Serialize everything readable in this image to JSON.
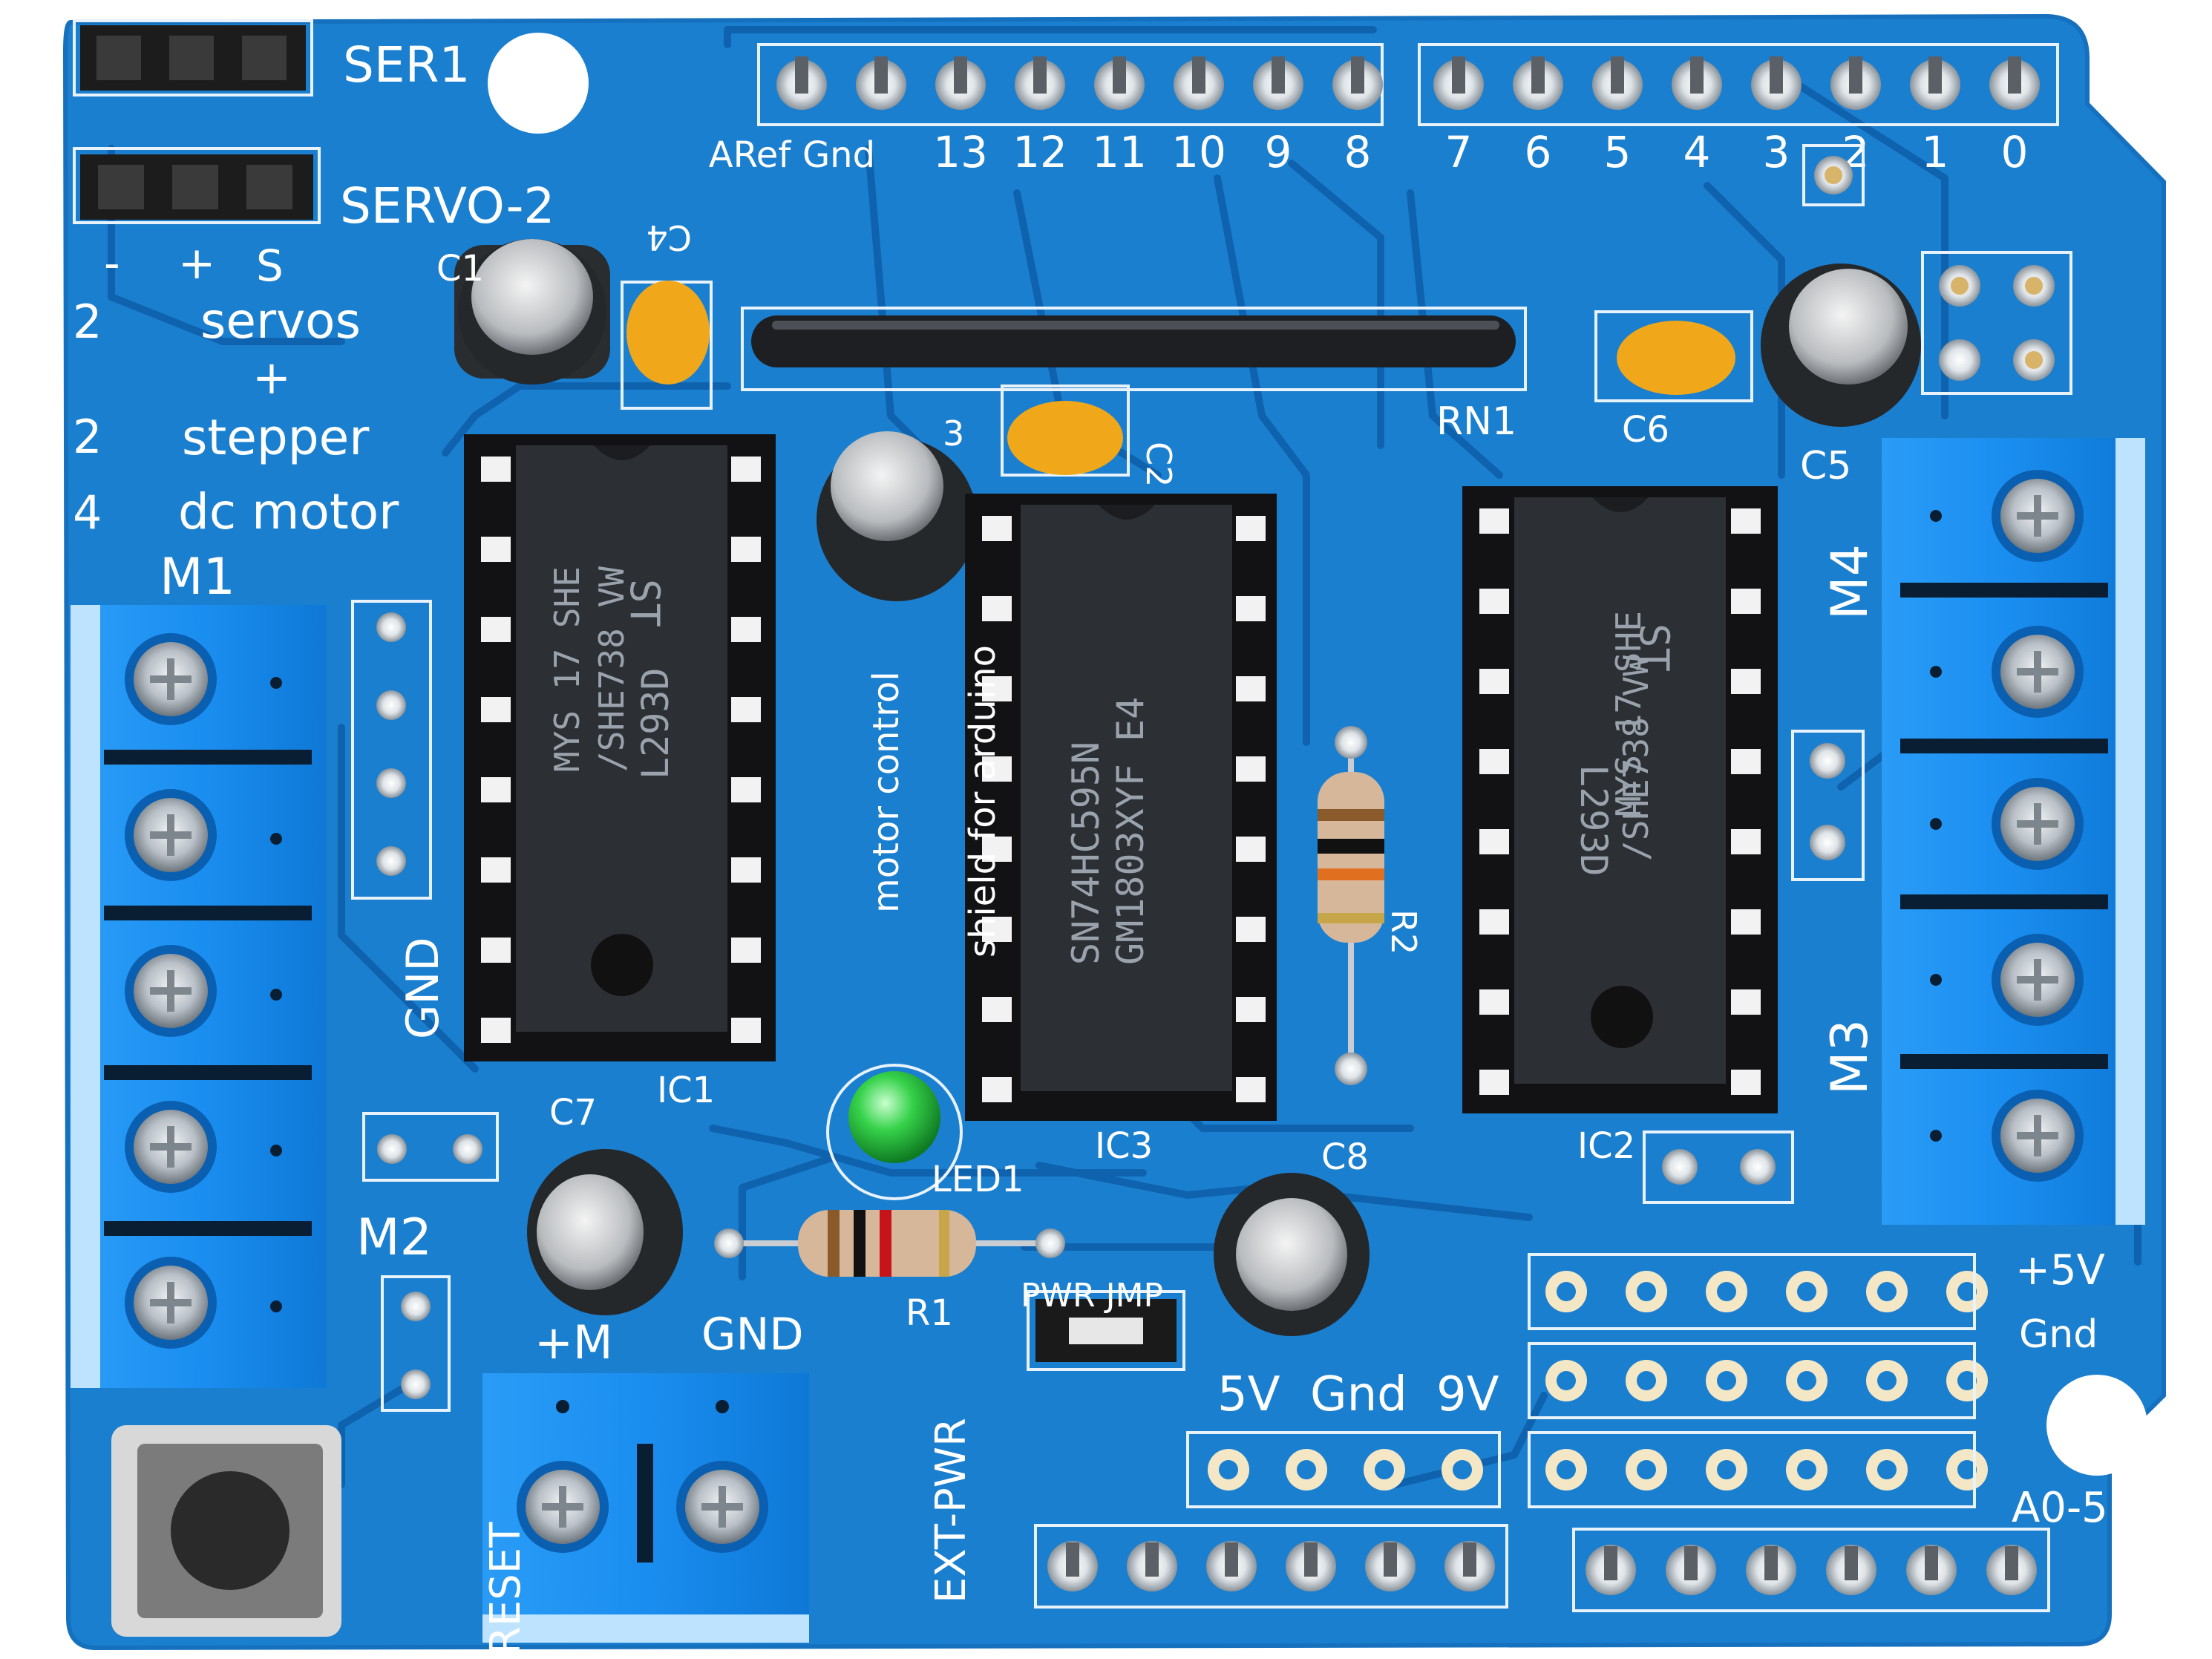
{
  "board": {
    "pcb_color": "#1b7fd0",
    "trace_color": "#0f62ad",
    "terminal_color": "#1a8ef0",
    "chip_color": "#2c2f33",
    "silkscreen": {
      "ser1": "SER1",
      "servo2": "SERVO-2",
      "pin_minus": "-",
      "pin_plus": "+",
      "pin_s": "S",
      "feature_line1_num": "2",
      "feature_line1_text": "servos",
      "feature_plus": "+",
      "feature_line2_num": "2",
      "feature_line2_text": "stepper",
      "feature_line3_num": "4",
      "feature_line3_text": "dc  motor",
      "m1": "M1",
      "m2": "M2",
      "m3": "M3",
      "m4": "M4",
      "gnd_left": "GND",
      "plus_m": "+M",
      "gnd_power": "GND",
      "reset": "RESET",
      "ext_pwr": "EXT-PWR",
      "c1": "C1",
      "c2": "C2",
      "c3": "3",
      "c4": "C4",
      "c5": "C5",
      "c6": "C6",
      "c7": "C7",
      "c8": "C8",
      "rn1": "RN1",
      "r1": "R1",
      "r2": "R2",
      "led1": "LED1",
      "ic1": "IC1",
      "ic2": "IC2",
      "ic3": "IC3",
      "pwr_jmp": "PWR JMP",
      "header_5v": "5V",
      "header_gnd": "Gnd",
      "header_9v": "9V",
      "plus5v": "+5V",
      "gnd_right": "Gnd",
      "a0_5": "A0-5",
      "motor_control": "motor control",
      "shield_for_arduino": "shield for arduino"
    },
    "digital_pins_left": [
      "ARef",
      "Gnd",
      "13",
      "12",
      "11",
      "10",
      "9",
      "8"
    ],
    "digital_pins_right": [
      "7",
      "6",
      "5",
      "4",
      "3",
      "2",
      "1",
      "0"
    ],
    "chips": {
      "ic1": {
        "brand": "ST",
        "line1": "L293D",
        "line2": "/SHE738 VW",
        "line3": "MYS 17 SHE"
      },
      "ic2": {
        "brand": "ST",
        "line1": "L293D",
        "line2": "/SHE738 VW",
        "line3": "MYS 17 SHE"
      },
      "ic3": {
        "line1": "GM1803XYF E4",
        "line2": "SN74HC595N"
      }
    },
    "led_color": "#36d24a"
  }
}
